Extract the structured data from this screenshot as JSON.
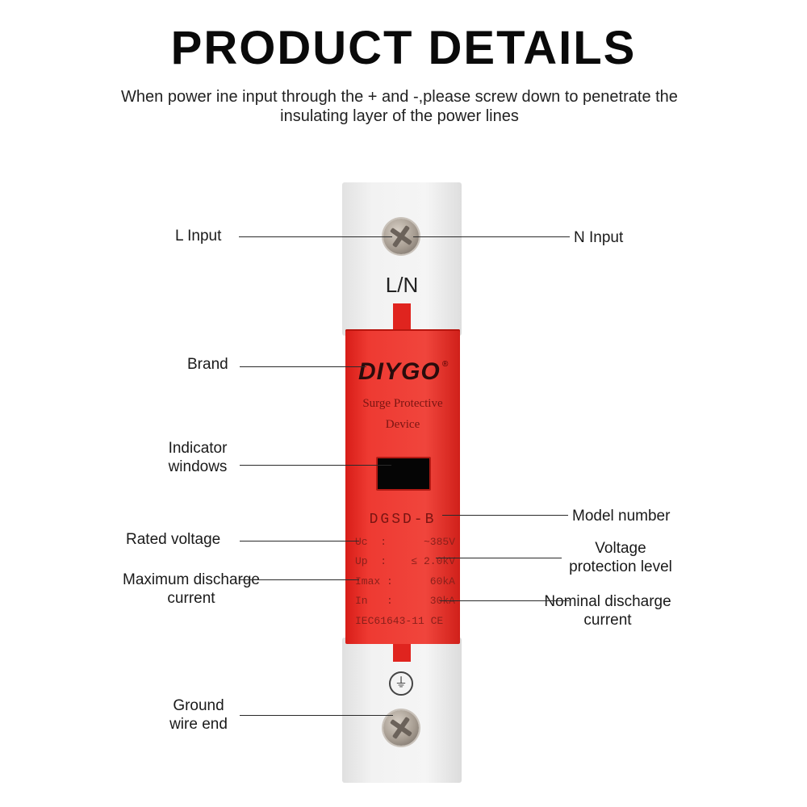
{
  "header": {
    "title": "PRODUCT DETAILS",
    "subtitle": "When power ine input through the + and -,please screw down to penetrate the insulating layer of the power lines"
  },
  "callouts": {
    "l_input": "L Input",
    "n_input": "N Input",
    "brand": "Brand",
    "indicator": "Indicator windows",
    "model_number": "Model number",
    "rated_voltage": "Rated voltage",
    "voltage_protection": "Voltage protection level",
    "max_discharge": "Maximum discharge current",
    "nominal_discharge": "Nominal discharge current",
    "ground": "Ground wire end"
  },
  "device": {
    "terminal_label": "L/N",
    "brand": "DIYGO",
    "registered": "®",
    "product_name": "Surge Protective Device",
    "model": "DGSD-B",
    "specs": [
      {
        "key": "Uc  :",
        "value": "~385V"
      },
      {
        "key": "Up  :",
        "value": "≤ 2.0kV"
      },
      {
        "key": "Imax :",
        "value": "60kA"
      },
      {
        "key": "In   :",
        "value": "30kA"
      }
    ],
    "standard": "IEC61643-11 CE",
    "ground_symbol": "⏚"
  },
  "colors": {
    "device_red": "#f0453c",
    "housing": "#f2f2f2",
    "text": "#111111"
  }
}
